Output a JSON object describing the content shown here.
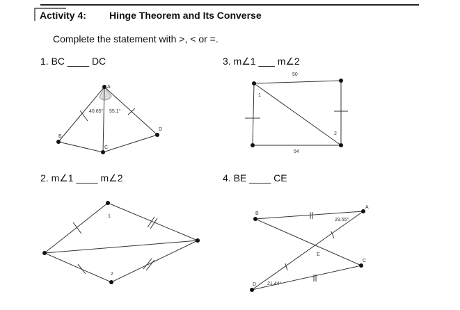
{
  "header": {
    "activity_label": "Activity 4:",
    "title": "Hinge Theorem and Its Converse"
  },
  "instruction": "Complete the statement with >, < or =.",
  "questions": [
    {
      "text": "1. BC ____ DC"
    },
    {
      "text": "2.  m∠1 ____ m∠2"
    },
    {
      "text": "3. m∠1 ___ m∠2"
    },
    {
      "text": "4.  BE ____ CE"
    }
  ],
  "figure1": {
    "points": [
      "A",
      "B",
      "C",
      "D"
    ],
    "angles": [
      "40.65°",
      "55.1°"
    ]
  },
  "figure2": {
    "angles": [
      "1",
      "2"
    ]
  },
  "figure3": {
    "sides": [
      "50",
      "54"
    ],
    "angles": [
      "1",
      "2"
    ]
  },
  "figure4": {
    "points": [
      "A",
      "B",
      "C",
      "D",
      "E"
    ],
    "angles": [
      "29.55°",
      "21.44°"
    ]
  }
}
